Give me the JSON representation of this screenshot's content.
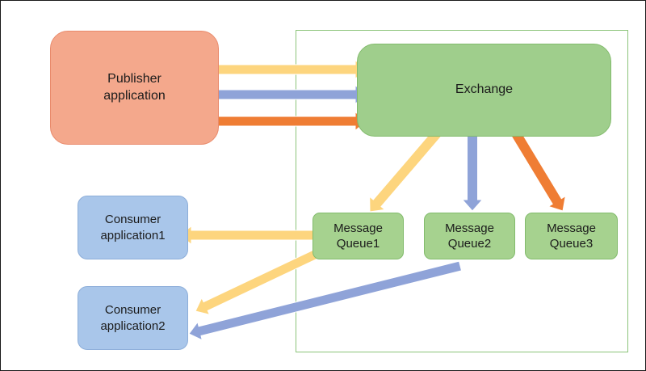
{
  "nodes": {
    "publisher": "Publisher\napplication",
    "exchange": "Exchange",
    "queue1": "Message\nQueue1",
    "queue2": "Message\nQueue2",
    "queue3": "Message\nQueue3",
    "consumer1": "Consumer\napplication1",
    "consumer2": "Consumer\napplication2"
  },
  "colors": {
    "yellow_arrow": "#fdd57e",
    "blue_arrow": "#8fa3d8",
    "orange_arrow": "#ef7d34",
    "publisher_fill": "#f4a88c",
    "exchange_fill": "#9fce8c",
    "queue_fill": "#a6d28f",
    "consumer_fill": "#a9c6ea"
  },
  "edges": [
    {
      "from": "publisher",
      "to": "exchange",
      "color": "yellow_arrow"
    },
    {
      "from": "publisher",
      "to": "exchange",
      "color": "blue_arrow"
    },
    {
      "from": "publisher",
      "to": "exchange",
      "color": "orange_arrow"
    },
    {
      "from": "exchange",
      "to": "queue1",
      "color": "yellow_arrow"
    },
    {
      "from": "exchange",
      "to": "queue2",
      "color": "blue_arrow"
    },
    {
      "from": "exchange",
      "to": "queue3",
      "color": "orange_arrow"
    },
    {
      "from": "queue1",
      "to": "consumer1",
      "color": "yellow_arrow"
    },
    {
      "from": "queue1",
      "to": "consumer2",
      "color": "yellow_arrow"
    },
    {
      "from": "queue2",
      "to": "consumer2",
      "color": "blue_arrow"
    }
  ]
}
